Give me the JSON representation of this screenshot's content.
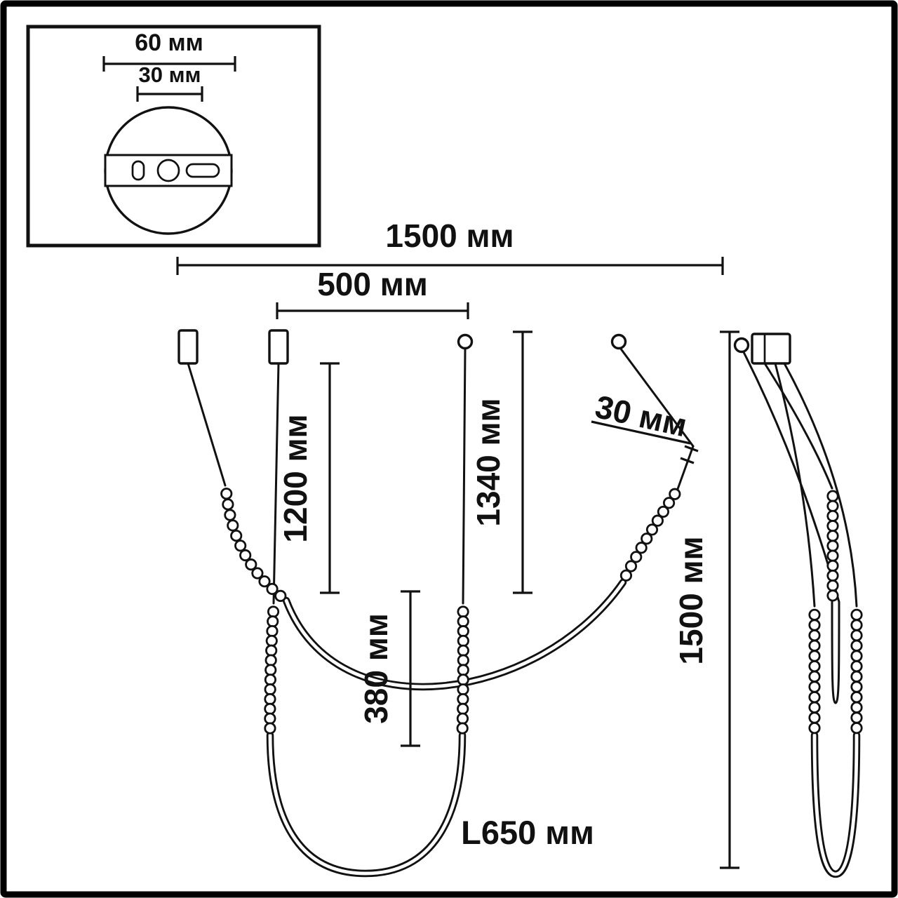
{
  "inset": {
    "dim_outer": "60 мм",
    "dim_inner": "30 мм"
  },
  "dims": {
    "width_total": "1500 мм",
    "width_inner": "500 мм",
    "drop_left": "1200 мм",
    "drop_center": "1340 мм",
    "bead_section": "380 мм",
    "connector": "30 мм",
    "height_total": "1500 мм",
    "loop_length": "L650 мм"
  },
  "colors": {
    "line": "#111111",
    "background": "#ffffff"
  }
}
